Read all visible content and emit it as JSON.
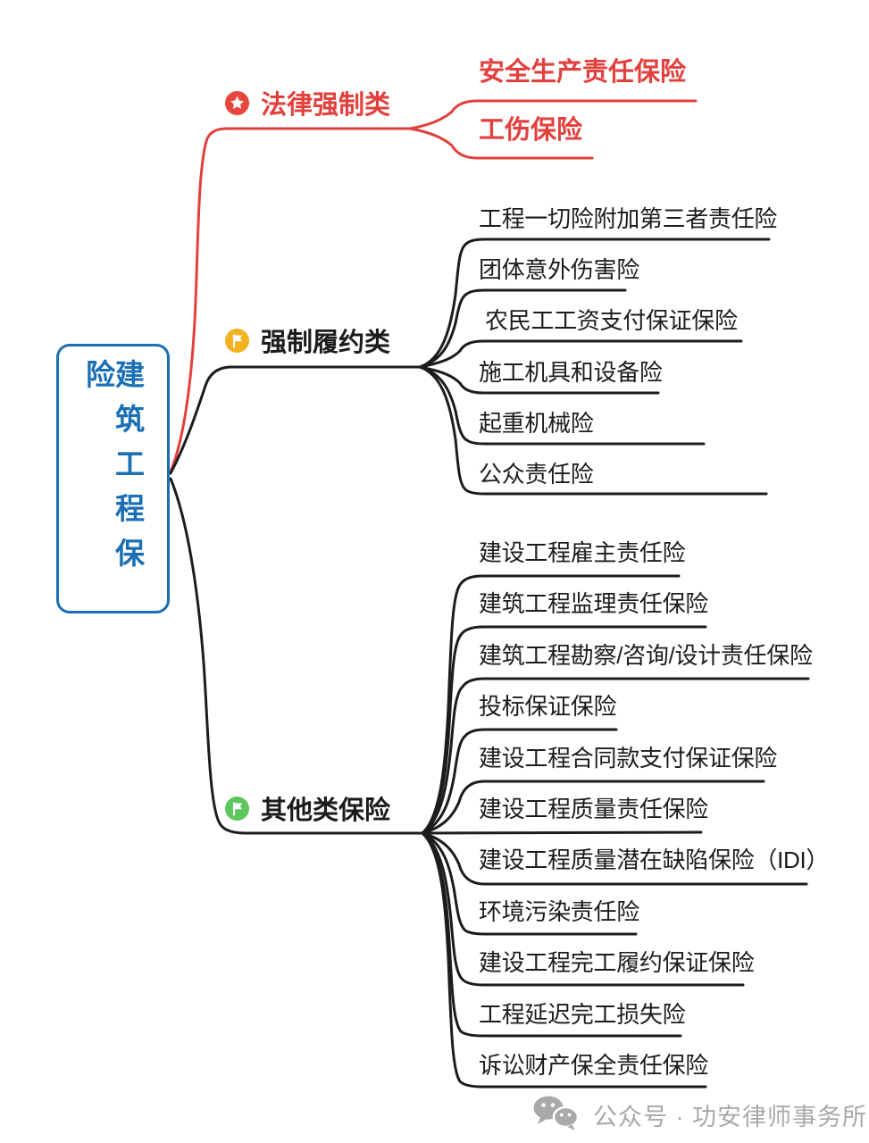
{
  "root": {
    "label": "建筑工程保险"
  },
  "branches": [
    {
      "label": "法律强制类",
      "icon": "star-icon",
      "color": "#e2403d",
      "children": [
        {
          "label": "安全生产责任保险"
        },
        {
          "label": "工伤保险"
        }
      ]
    },
    {
      "label": "强制履约类",
      "icon": "flag-icon",
      "icon_color": "#f2b11f",
      "children": [
        {
          "label": "工程一切险附加第三者责任险"
        },
        {
          "label": "团体意外伤害险"
        },
        {
          "label": "农民工工资支付保证保险"
        },
        {
          "label": "施工机具和设备险"
        },
        {
          "label": "起重机械险"
        },
        {
          "label": "公众责任险"
        }
      ]
    },
    {
      "label": "其他类保险",
      "icon": "flag-icon",
      "icon_color": "#5dc75d",
      "children": [
        {
          "label": "建设工程雇主责任险"
        },
        {
          "label": "建筑工程监理责任保险"
        },
        {
          "label": "建筑工程勘察/咨询/设计责任保险"
        },
        {
          "label": "投标保证保险"
        },
        {
          "label": "建设工程合同款支付保证保险"
        },
        {
          "label": "建设工程质量责任保险"
        },
        {
          "label": "建设工程质量潜在缺陷保险（IDI）"
        },
        {
          "label": "环境污染责任险"
        },
        {
          "label": "建设工程完工履约保证保险"
        },
        {
          "label": "工程延迟完工损失险"
        },
        {
          "label": "诉讼财产保全责任保险"
        }
      ]
    }
  ],
  "footer": {
    "label": "公众号 · 功安律师事务所",
    "icon": "wechat-icon"
  },
  "colors": {
    "root_blue": "#1a6fb5",
    "mandatory_red": "#e2403d",
    "branch_black": "#1c1c1c",
    "flag_orange": "#f2b11f",
    "flag_green": "#5dc75d",
    "footer_gray": "#a9a9a9"
  }
}
